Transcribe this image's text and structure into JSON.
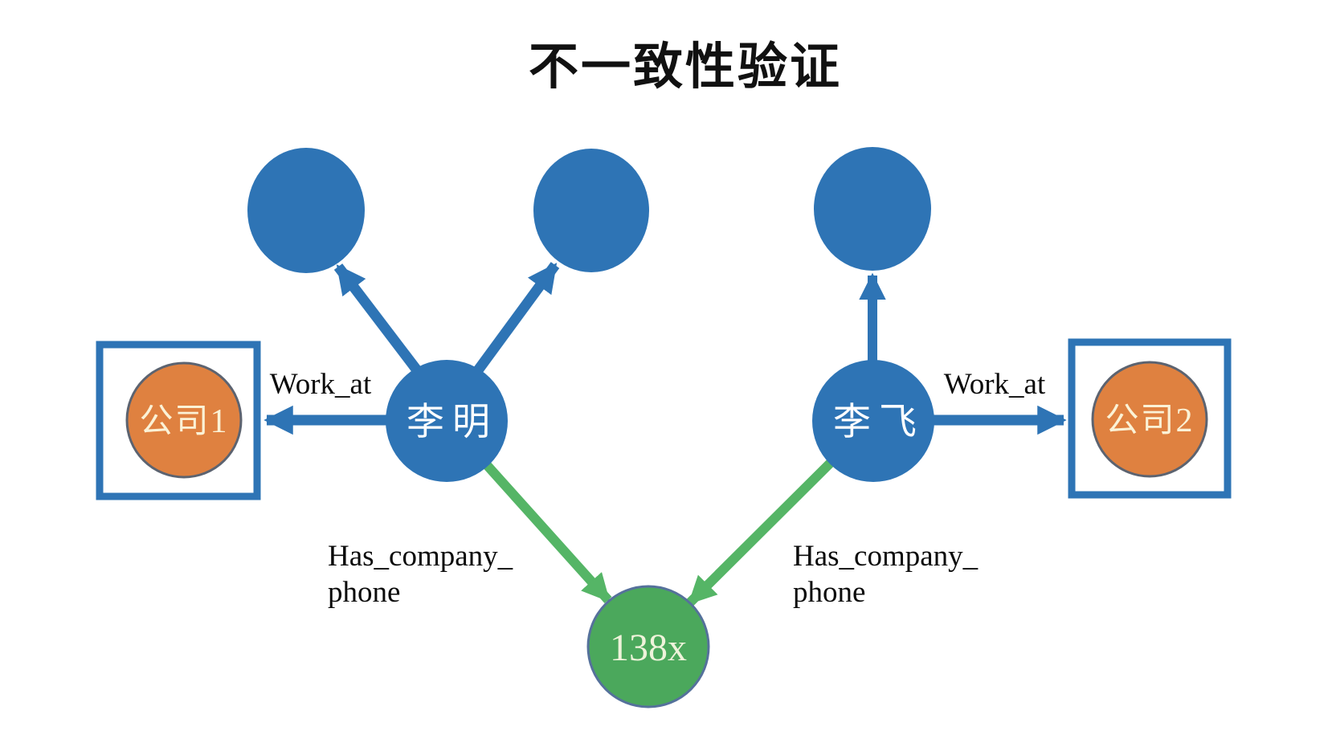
{
  "title": "不一致性验证",
  "colors": {
    "node_blue": "#2E74B5",
    "arrow_blue": "#2E74B5",
    "node_orange": "#DF8140",
    "orange_outline": "#5C6370",
    "node_green": "#4BA85C",
    "green_outline": "#55719B",
    "arrow_green": "#55B566",
    "box_border": "#2E74B5",
    "label_text": "#0B0B0B",
    "person_text": "#FFFFFF",
    "company_text": "#FBF2D6",
    "phone_text": "#EEF3DA"
  },
  "nodes": {
    "entity_top_left": {
      "label": "",
      "type": "entity"
    },
    "entity_top_mid": {
      "label": "",
      "type": "entity"
    },
    "entity_top_right": {
      "label": "",
      "type": "entity"
    },
    "li_ming": {
      "label": "李明",
      "type": "person"
    },
    "li_fei": {
      "label": "李飞",
      "type": "person"
    },
    "company1": {
      "label": "公司1",
      "type": "company"
    },
    "company2": {
      "label": "公司2",
      "type": "company"
    },
    "phone": {
      "label": "138x",
      "type": "phone"
    }
  },
  "edges": {
    "work_at_left": {
      "label": "Work_at",
      "from": "李明",
      "to": "公司1"
    },
    "work_at_right": {
      "label": "Work_at",
      "from": "李飞",
      "to": "公司2"
    },
    "has_phone_left": {
      "label_line1": "Has_company_",
      "label_line2": "phone",
      "from": "李明",
      "to": "138x"
    },
    "has_phone_right": {
      "label_line1": "Has_company_",
      "label_line2": "phone",
      "from": "李飞",
      "to": "138x"
    },
    "li_ming_entity_a": {
      "label": "",
      "from": "李明",
      "to": "entity_top_left"
    },
    "li_ming_entity_b": {
      "label": "",
      "from": "李明",
      "to": "entity_top_mid"
    },
    "li_fei_entity_c": {
      "label": "",
      "from": "李飞",
      "to": "entity_top_right"
    }
  }
}
